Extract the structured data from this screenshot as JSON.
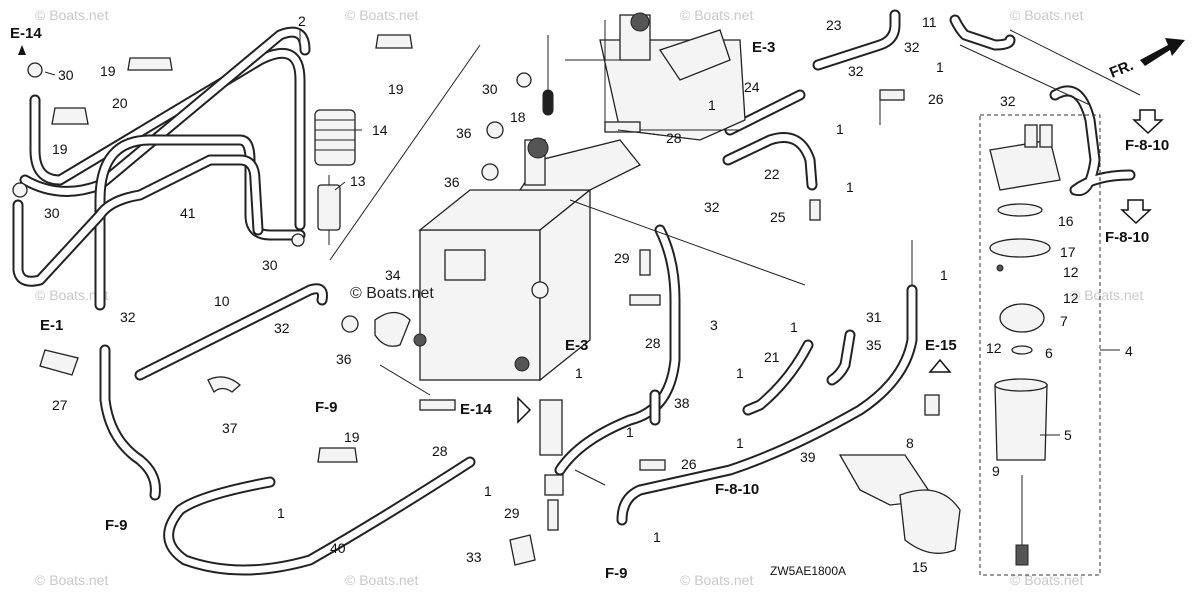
{
  "watermarks": {
    "brand": "© Boats.net",
    "center": "© Boats.net"
  },
  "references": {
    "e14_top": "E-14",
    "e14_mid": "E-14",
    "e1": "E-1",
    "e3_top": "E-3",
    "e3_mid": "E-3",
    "e15": "E-15",
    "f9_a": "F-9",
    "f9_b": "F-9",
    "f9_c": "F-9",
    "f810_a": "F-8-10",
    "f810_b": "F-8-10",
    "f810_c": "F-8-10",
    "fr": "FR."
  },
  "part_numbers": {
    "p1_a": "1",
    "p1_b": "1",
    "p1_c": "1",
    "p1_d": "1",
    "p1_e": "1",
    "p1_f": "1",
    "p1_g": "1",
    "p1_h": "1",
    "p1_i": "1",
    "p1_j": "1",
    "p1_k": "1",
    "p1_l": "1",
    "p1_m": "1",
    "p2": "2",
    "p3": "3",
    "p4": "4",
    "p5": "5",
    "p6": "6",
    "p7": "7",
    "p8": "8",
    "p9": "9",
    "p10": "10",
    "p11": "11",
    "p12_a": "12",
    "p12_b": "12",
    "p12_c": "12",
    "p13": "13",
    "p14": "14",
    "p15": "15",
    "p16": "16",
    "p17": "17",
    "p18": "18",
    "p19_a": "19",
    "p19_b": "19",
    "p19_c": "19",
    "p19_d": "19",
    "p20": "20",
    "p21": "21",
    "p22": "22",
    "p23": "23",
    "p24": "24",
    "p25": "25",
    "p26_a": "26",
    "p26_b": "26",
    "p27": "27",
    "p28_a": "28",
    "p28_b": "28",
    "p28_c": "28",
    "p29_a": "29",
    "p29_b": "29",
    "p30_a": "30",
    "p30_b": "30",
    "p30_c": "30",
    "p30_d": "30",
    "p31": "31",
    "p32_a": "32",
    "p32_b": "32",
    "p32_c": "32",
    "p32_d": "32",
    "p32_e": "32",
    "p32_f": "32",
    "p33": "33",
    "p34": "34",
    "p35": "35",
    "p36_a": "36",
    "p36_b": "36",
    "p36_c": "36",
    "p37": "37",
    "p38": "38",
    "p39": "39",
    "p40": "40",
    "p41": "41"
  },
  "diagram_code": "ZW5AE1800A"
}
